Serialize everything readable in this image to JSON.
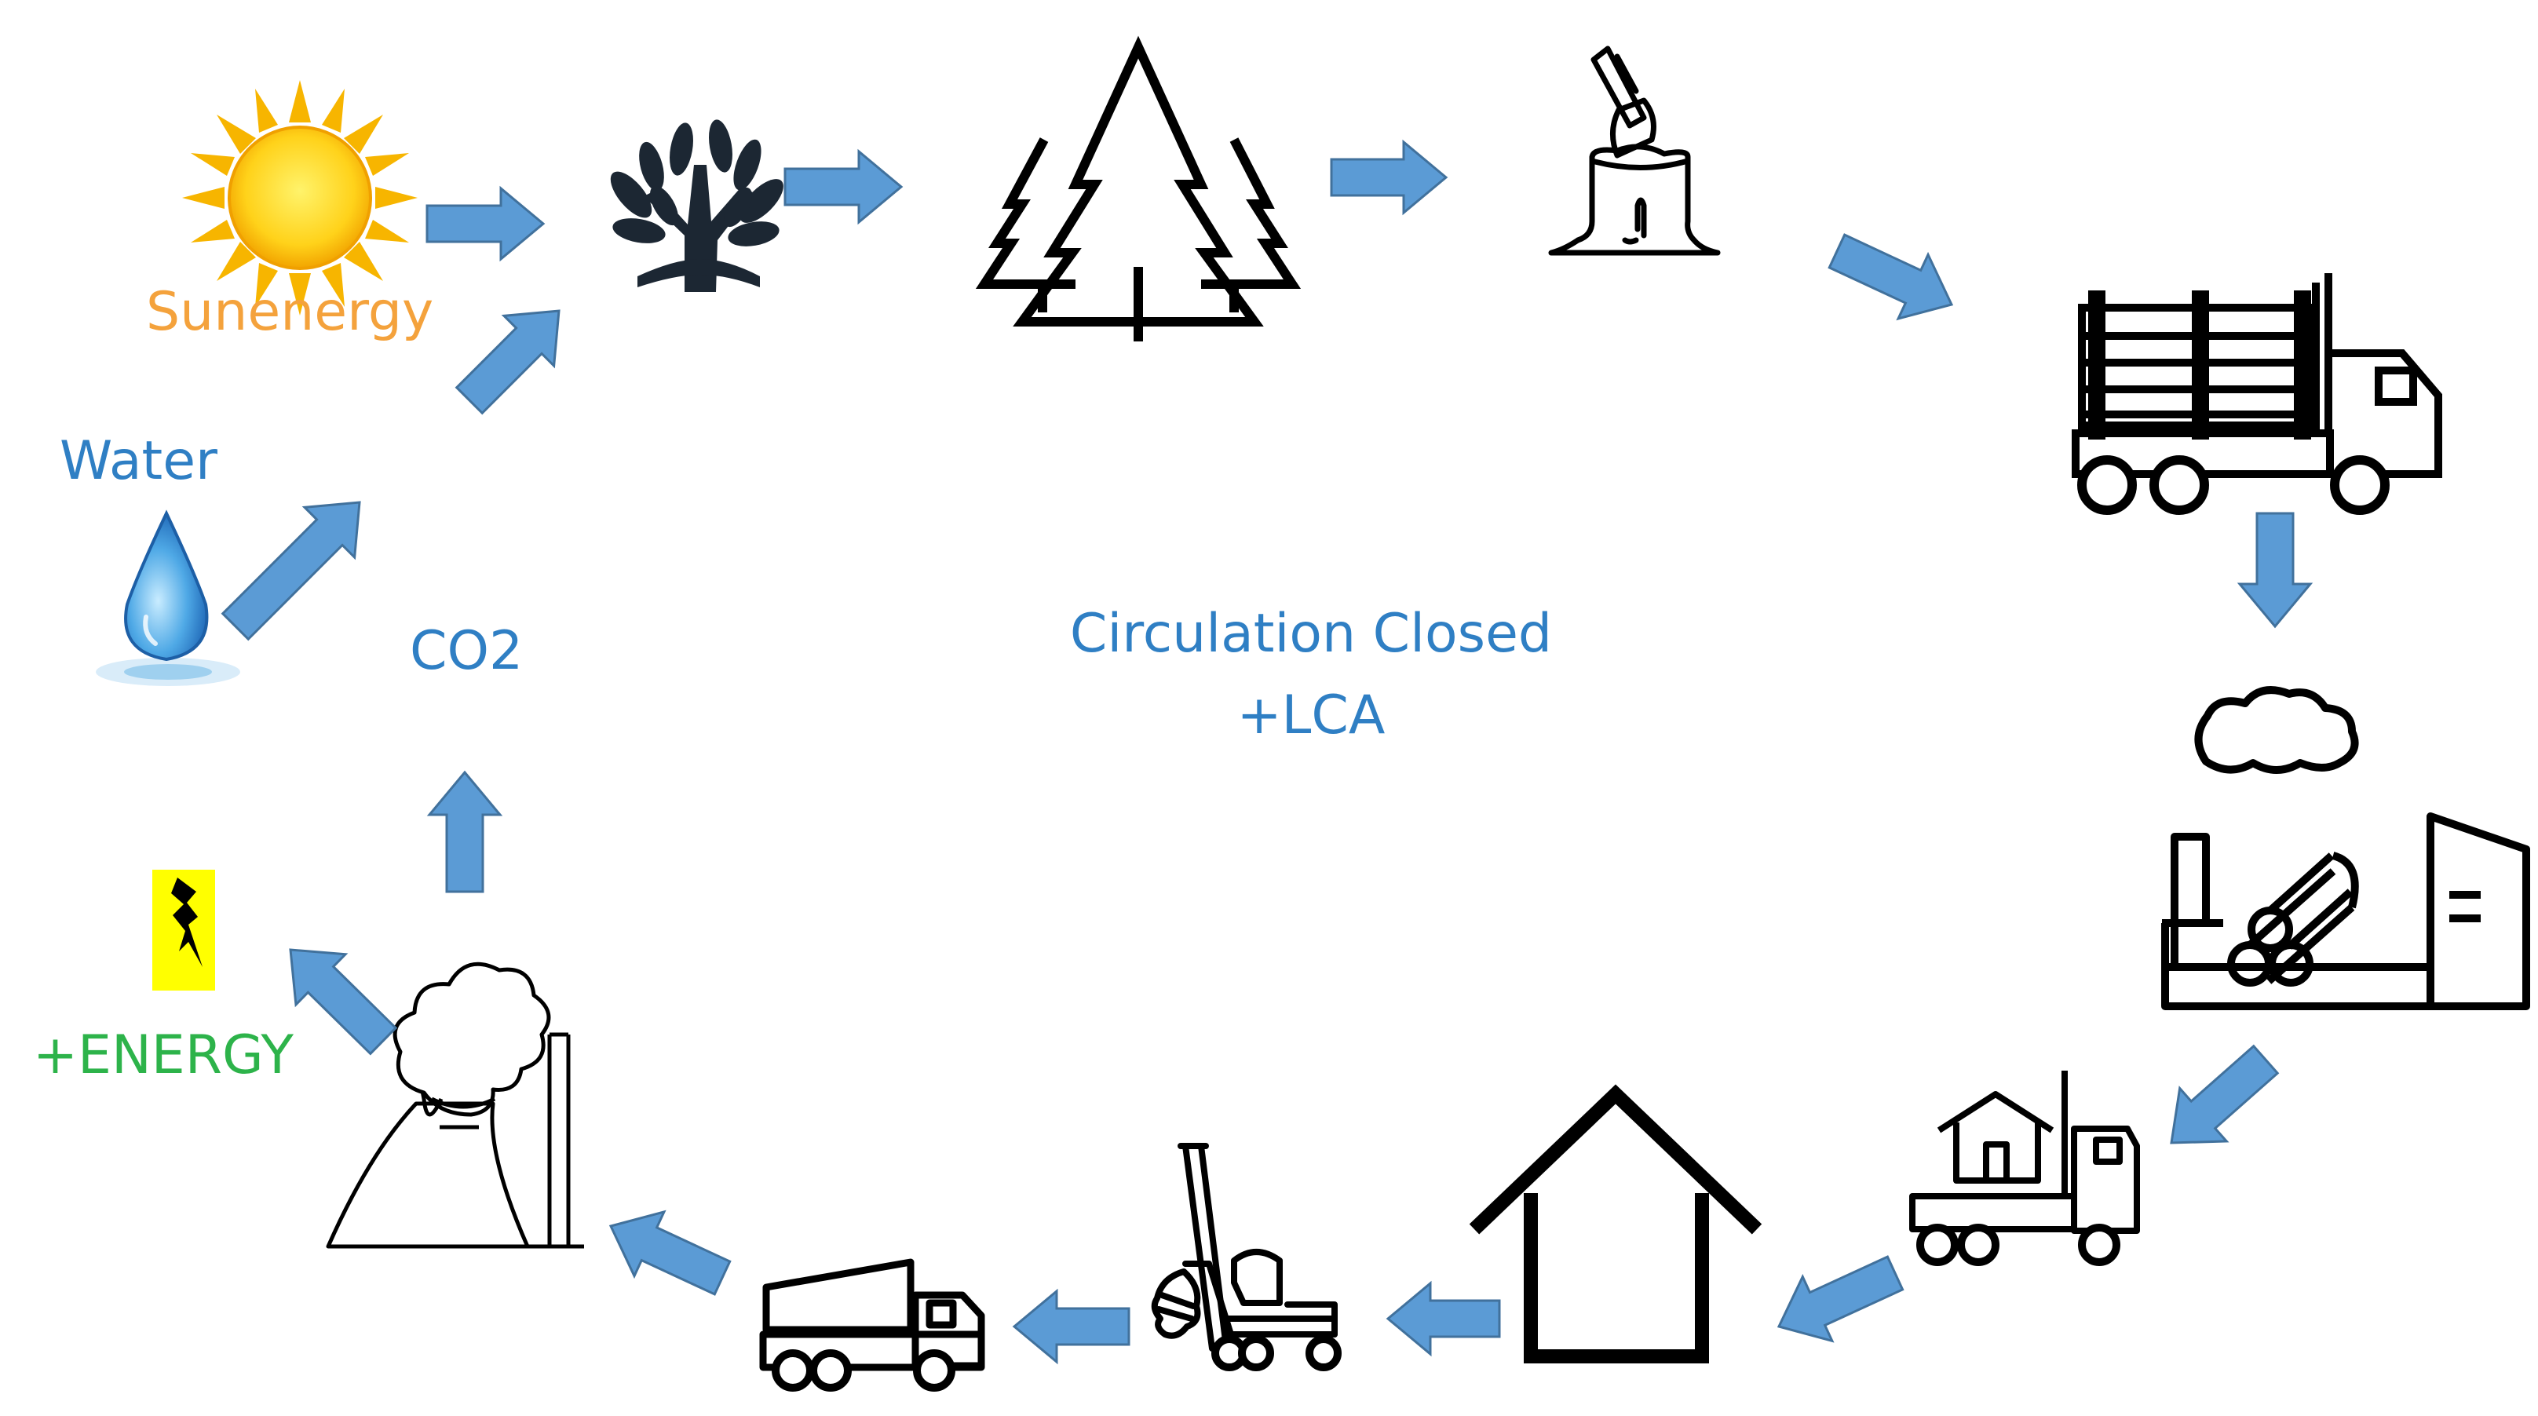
{
  "labels": {
    "sun": "Sunenergy",
    "water": "Water",
    "co2": "CO2",
    "energy": "+ENERGY"
  },
  "center": {
    "line1": "Circulation Closed",
    "line2": "+LCA"
  },
  "colors": {
    "arrow": "#5b9bd5",
    "sun_text": "#f4a23c",
    "blue_text": "#2f7fc4",
    "energy_text": "#2db34a",
    "energy_sign": "#ffff00"
  },
  "icons": [
    "sun-icon",
    "sapling-icon",
    "forest-icon",
    "stump-axe-icon",
    "log-truck-icon",
    "sawmill-icon",
    "house-truck-icon",
    "house-icon",
    "crane-icon",
    "dump-truck-icon",
    "power-plant-icon",
    "lightning-sign-icon",
    "water-drop-icon"
  ]
}
